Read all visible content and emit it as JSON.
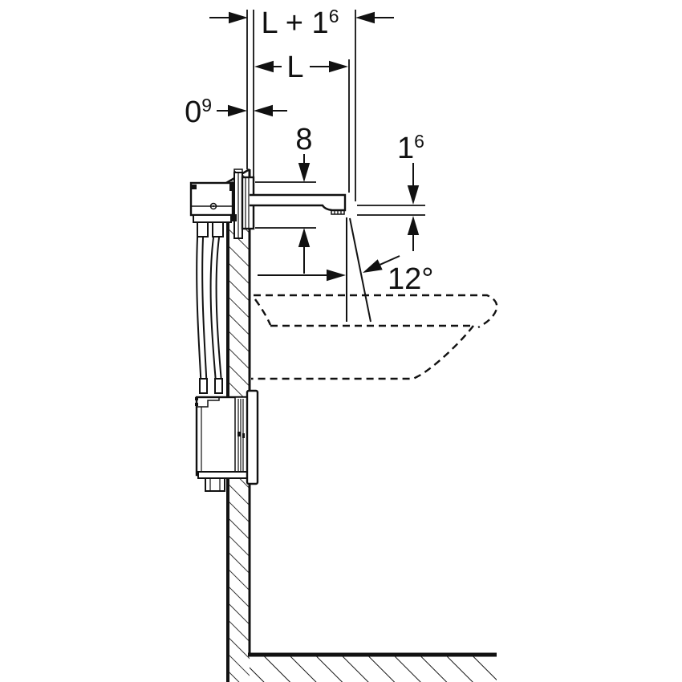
{
  "diagram": {
    "type": "technical-installation-drawing",
    "subject": "wall-mounted sensor tap with concealed function box, washbasin side section",
    "ink_color": "#111111",
    "background_color": "#ffffff",
    "dimensions": {
      "top_total": {
        "main": "L + 1",
        "sup": "6"
      },
      "top_length": {
        "main": "L",
        "sup": ""
      },
      "wall_offset": {
        "main": "0",
        "sup": "9"
      },
      "spout_drop": {
        "main": "8",
        "sup": ""
      },
      "outlet_height": {
        "main": "1",
        "sup": "6"
      },
      "stream_angle": {
        "main": "12°",
        "sup": ""
      }
    }
  }
}
